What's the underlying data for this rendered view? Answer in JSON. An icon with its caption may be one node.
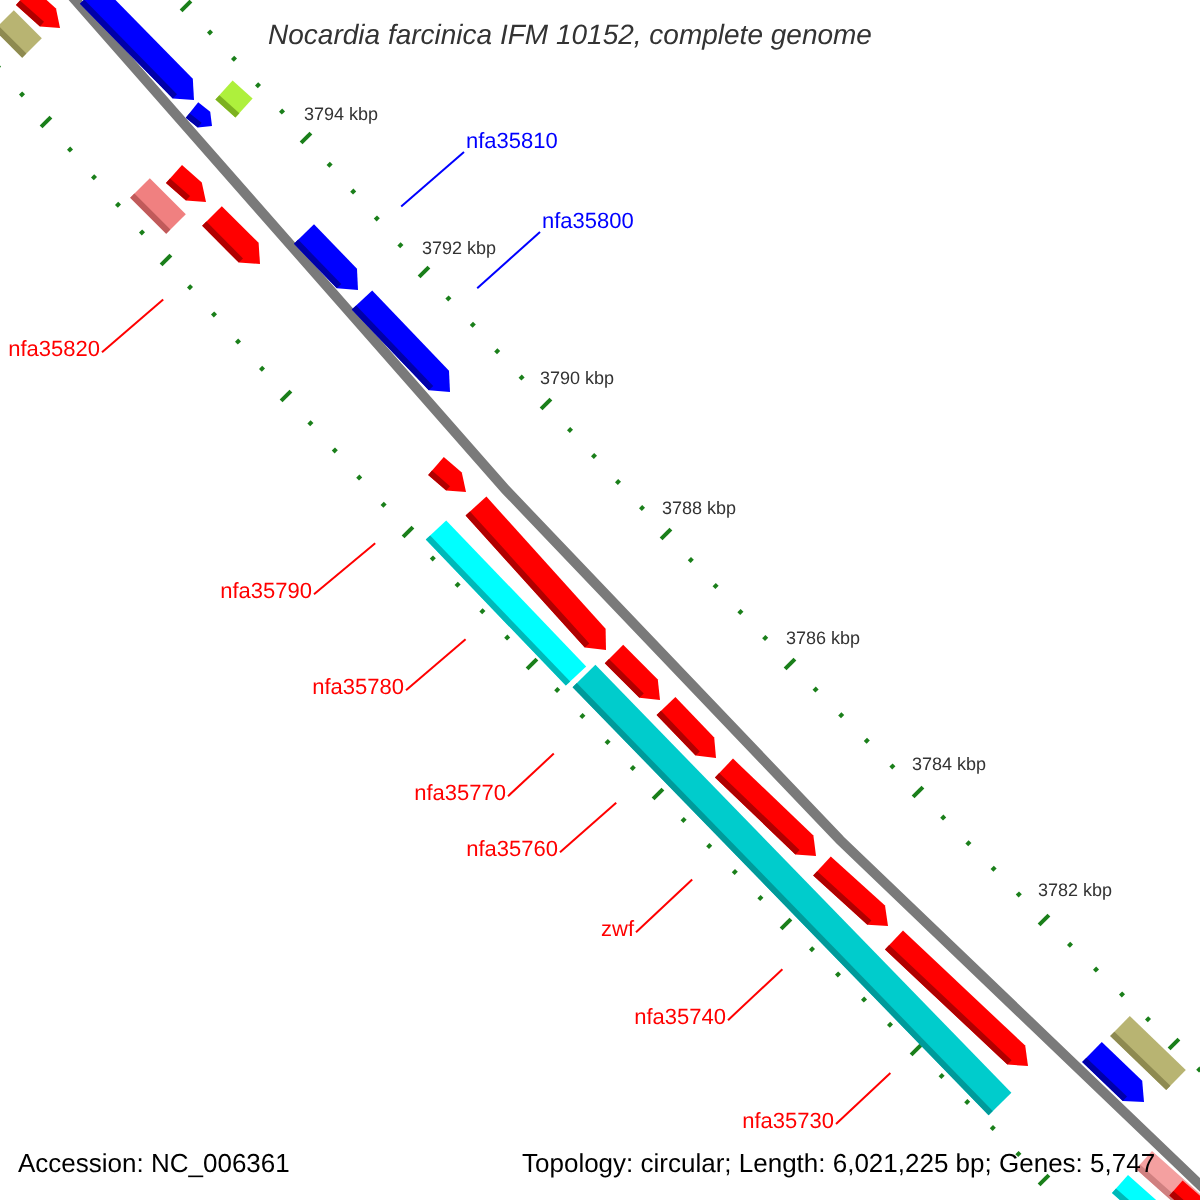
{
  "diagram": {
    "title": "Nocardia farcinica IFM 10152, complete genome",
    "nodes": [
      {
        "text": [
          "nfa35810"
        ]
      },
      {
        "text": [
          "nfa35800"
        ]
      },
      {
        "text": [
          "nfa35820"
        ]
      },
      {
        "text": [
          "nfa35790"
        ]
      },
      {
        "text": [
          "nfa35780"
        ]
      },
      {
        "text": [
          "nfa35770"
        ]
      },
      {
        "text": [
          "nfa35760"
        ]
      },
      {
        "text": [
          "zwf"
        ]
      },
      {
        "text": [
          "nfa35740"
        ]
      },
      {
        "text": [
          "nfa35730"
        ]
      }
    ],
    "edges": [
      {
        "from": 0,
        "to": null,
        "arrow": "none",
        "color": "#0000ff"
      },
      {
        "from": 1,
        "to": null,
        "arrow": "none",
        "color": "#0000ff"
      },
      {
        "from": 2,
        "to": null,
        "arrow": "none"
      },
      {
        "from": 3,
        "to": null,
        "arrow": "none"
      },
      {
        "from": 4,
        "to": null,
        "arrow": "none"
      },
      {
        "from": 5,
        "to": null,
        "arrow": "none"
      },
      {
        "from": 6,
        "to": null,
        "arrow": "none"
      },
      {
        "from": 7,
        "to": null,
        "arrow": "none"
      },
      {
        "from": 8,
        "to": null,
        "arrow": "none"
      },
      {
        "from": 9,
        "to": null,
        "arrow": "none"
      }
    ],
    "labels": [
      "3794 kbp",
      "3792 kbp",
      "3790 kbp",
      "3788 kbp",
      "3786 kbp",
      "3784 kbp",
      "3782 kbp",
      "Accession: NC_006361",
      "Topology: circular; Length: 6,021,225 bp; Genes: 5,747"
    ]
  }
}
